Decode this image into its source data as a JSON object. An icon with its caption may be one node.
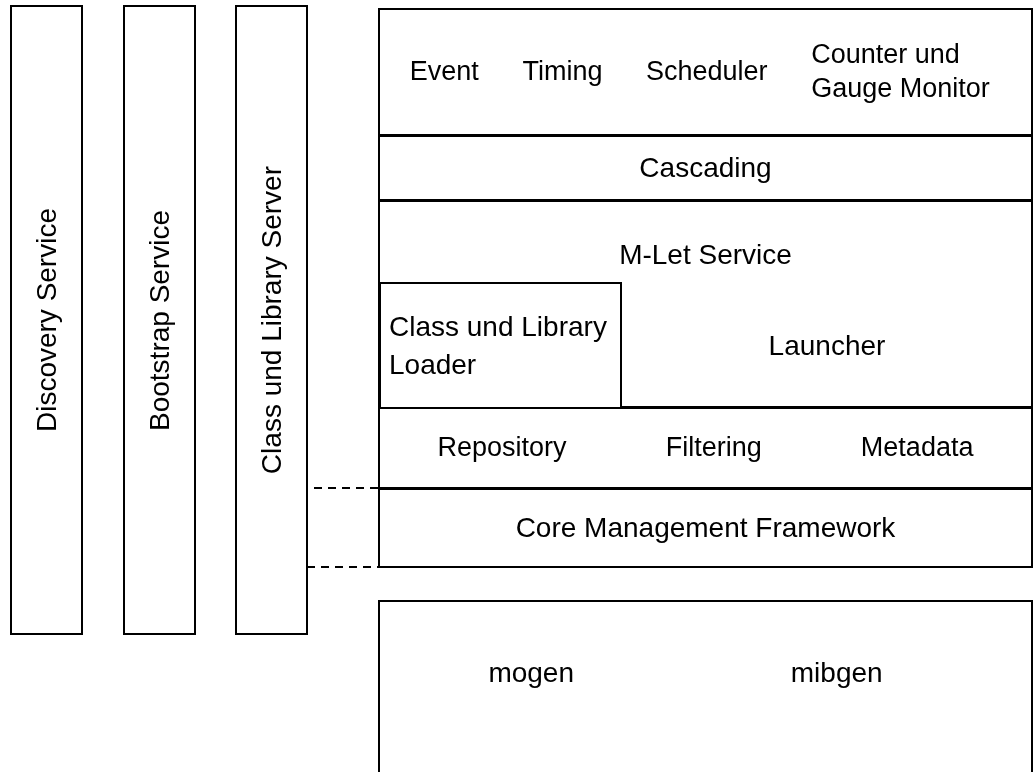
{
  "diagram": {
    "nodes": [
      {
        "text": [
          "Discovery Service"
        ]
      },
      {
        "text": [
          "Bootstrap Service"
        ]
      },
      {
        "text": [
          "Class und Library Server"
        ]
      },
      {
        "text": [
          "Event",
          "Timing",
          "Scheduler",
          "Counter und Gauge Monitor"
        ]
      },
      {
        "text": [
          "Cascading"
        ]
      },
      {
        "text": [
          "M-Let Service",
          "Launcher"
        ]
      },
      {
        "text": [
          "Class und Library Loader"
        ],
        "in": 5
      },
      {
        "text": [
          "Repository",
          "Filtering",
          "Metadata"
        ]
      },
      {
        "text": [
          "Core Management Framework"
        ]
      },
      {
        "text": [
          "mogen",
          "mibgen"
        ]
      }
    ],
    "edges": []
  }
}
